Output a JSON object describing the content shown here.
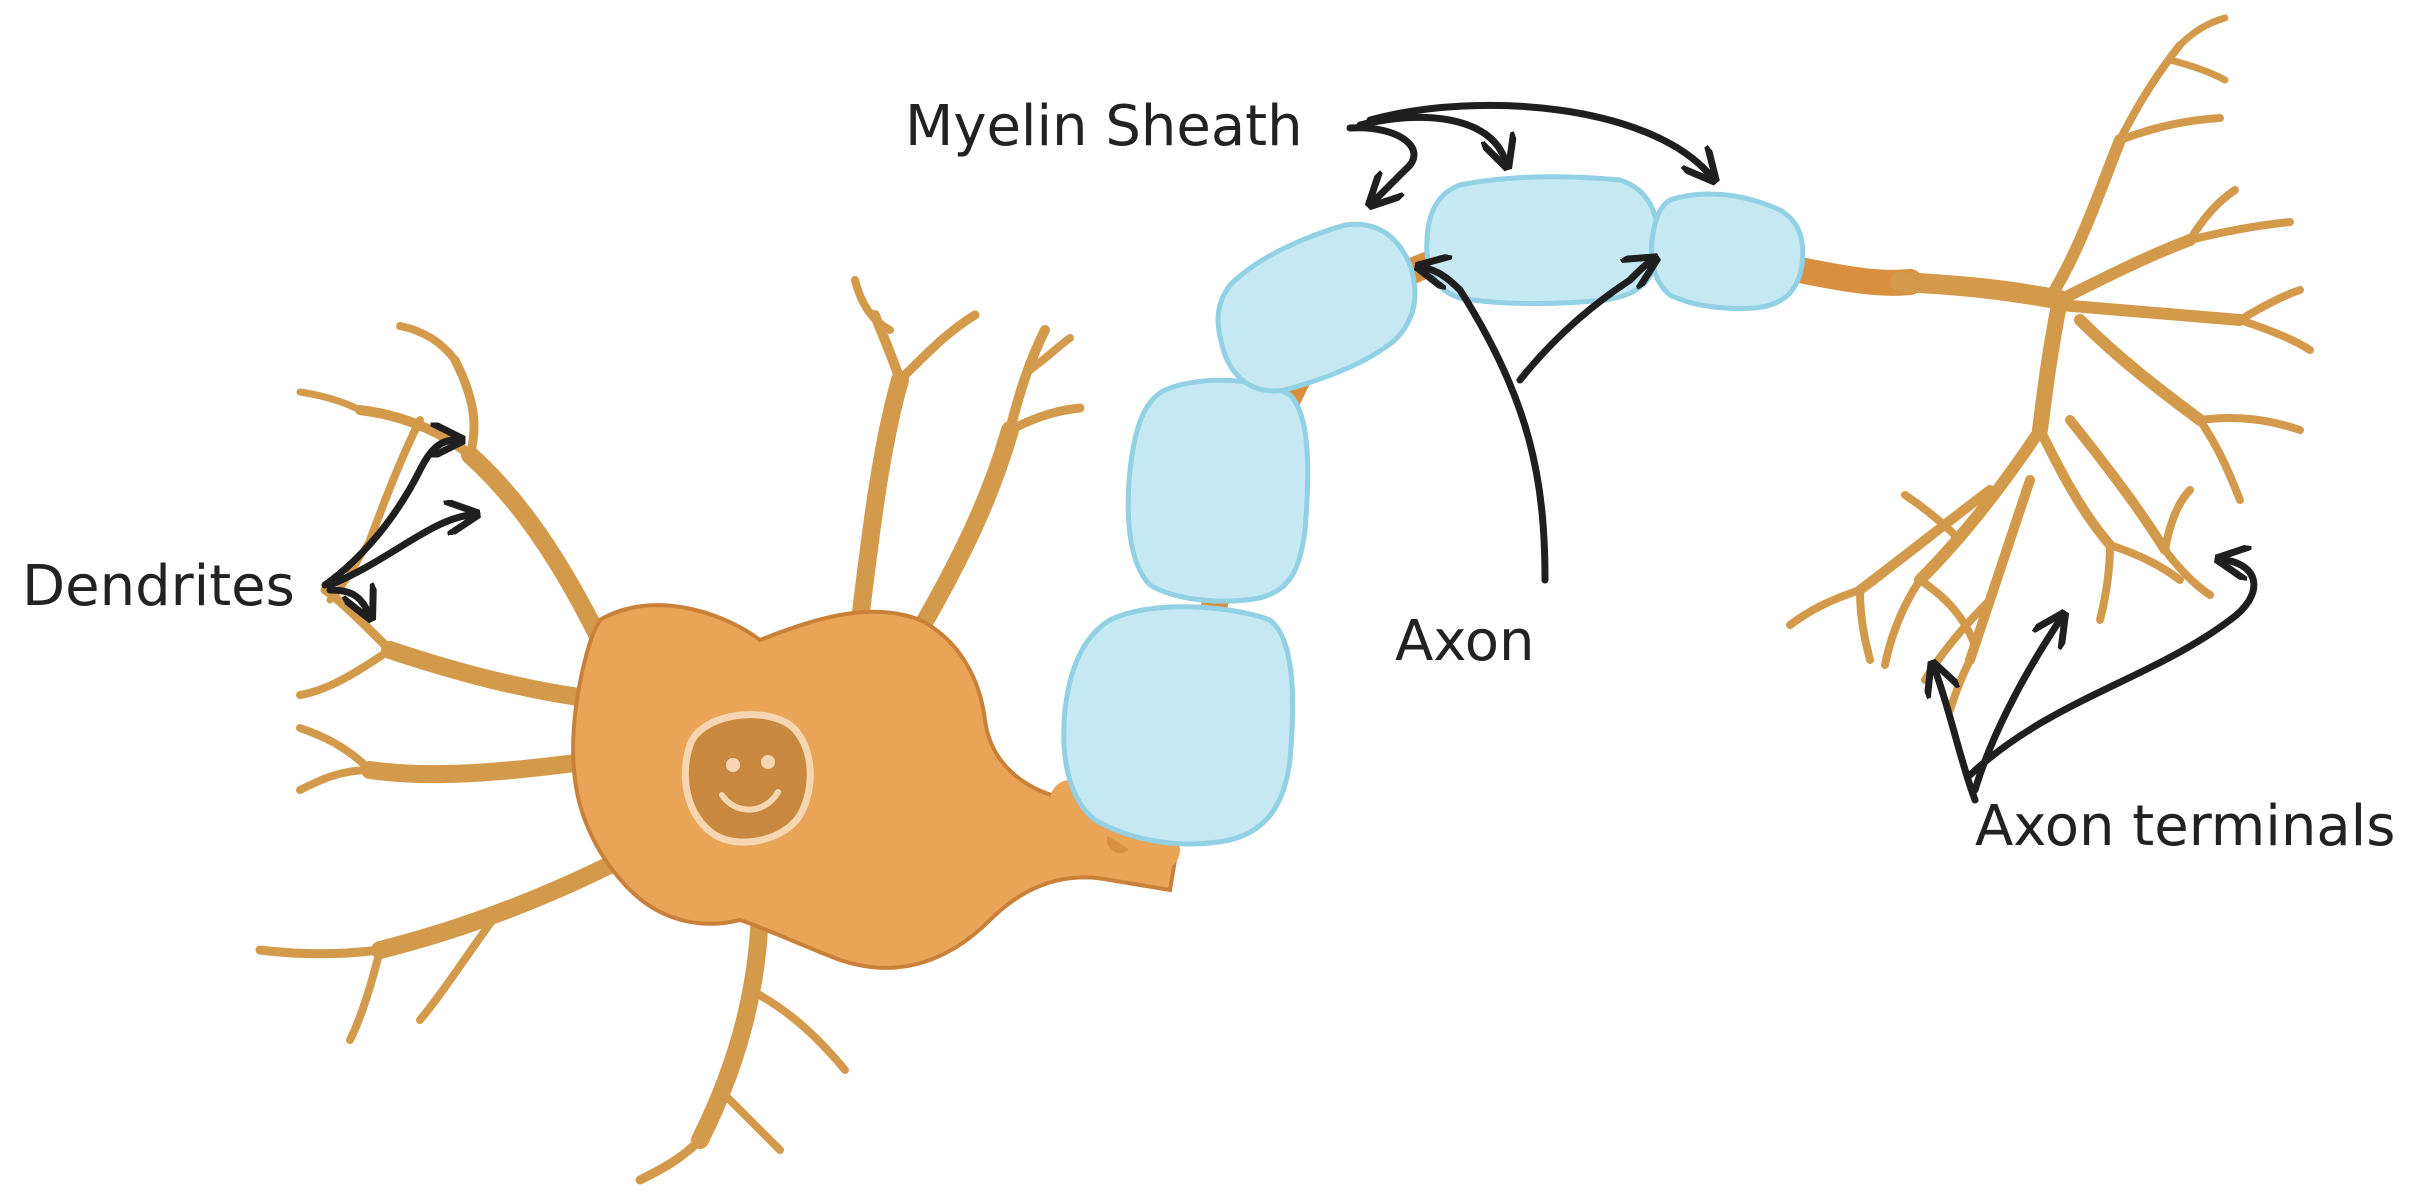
{
  "labels": {
    "myelin_sheath": "Myelin Sheath",
    "dendrites": "Dendrites",
    "axon": "Axon",
    "axon_terminals": "Axon terminals"
  },
  "colors": {
    "cell_body": "#eaa457",
    "cell_outline": "#c9813a",
    "branch": "#d49a4c",
    "myelin_fill": "#c6e8f2",
    "myelin_outline": "#92d0e3",
    "nucleus": "#c98840",
    "nucleus_ring": "#f5d6b0",
    "arrow": "#1f1f1f",
    "text": "#222222"
  },
  "icons": {
    "nucleus_face": "smiley-face-icon"
  }
}
